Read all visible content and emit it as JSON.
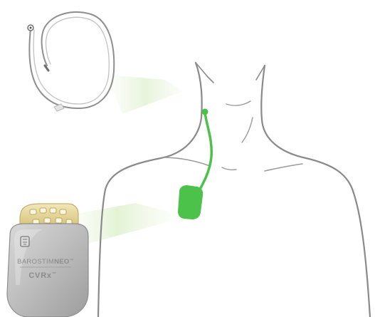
{
  "device": {
    "brand_light": "BAROSTIM",
    "brand_bold": "NEO",
    "trademark": "™",
    "model": "CVRx",
    "model_trademark": "™"
  },
  "colors": {
    "lead_green": "#4cc24a",
    "outline_gray": "#8a8a8a",
    "device_shell": "#bdbdbd",
    "device_header": "#e3d28a"
  },
  "icons": {
    "device_logo": "barostim-logo-icon"
  }
}
